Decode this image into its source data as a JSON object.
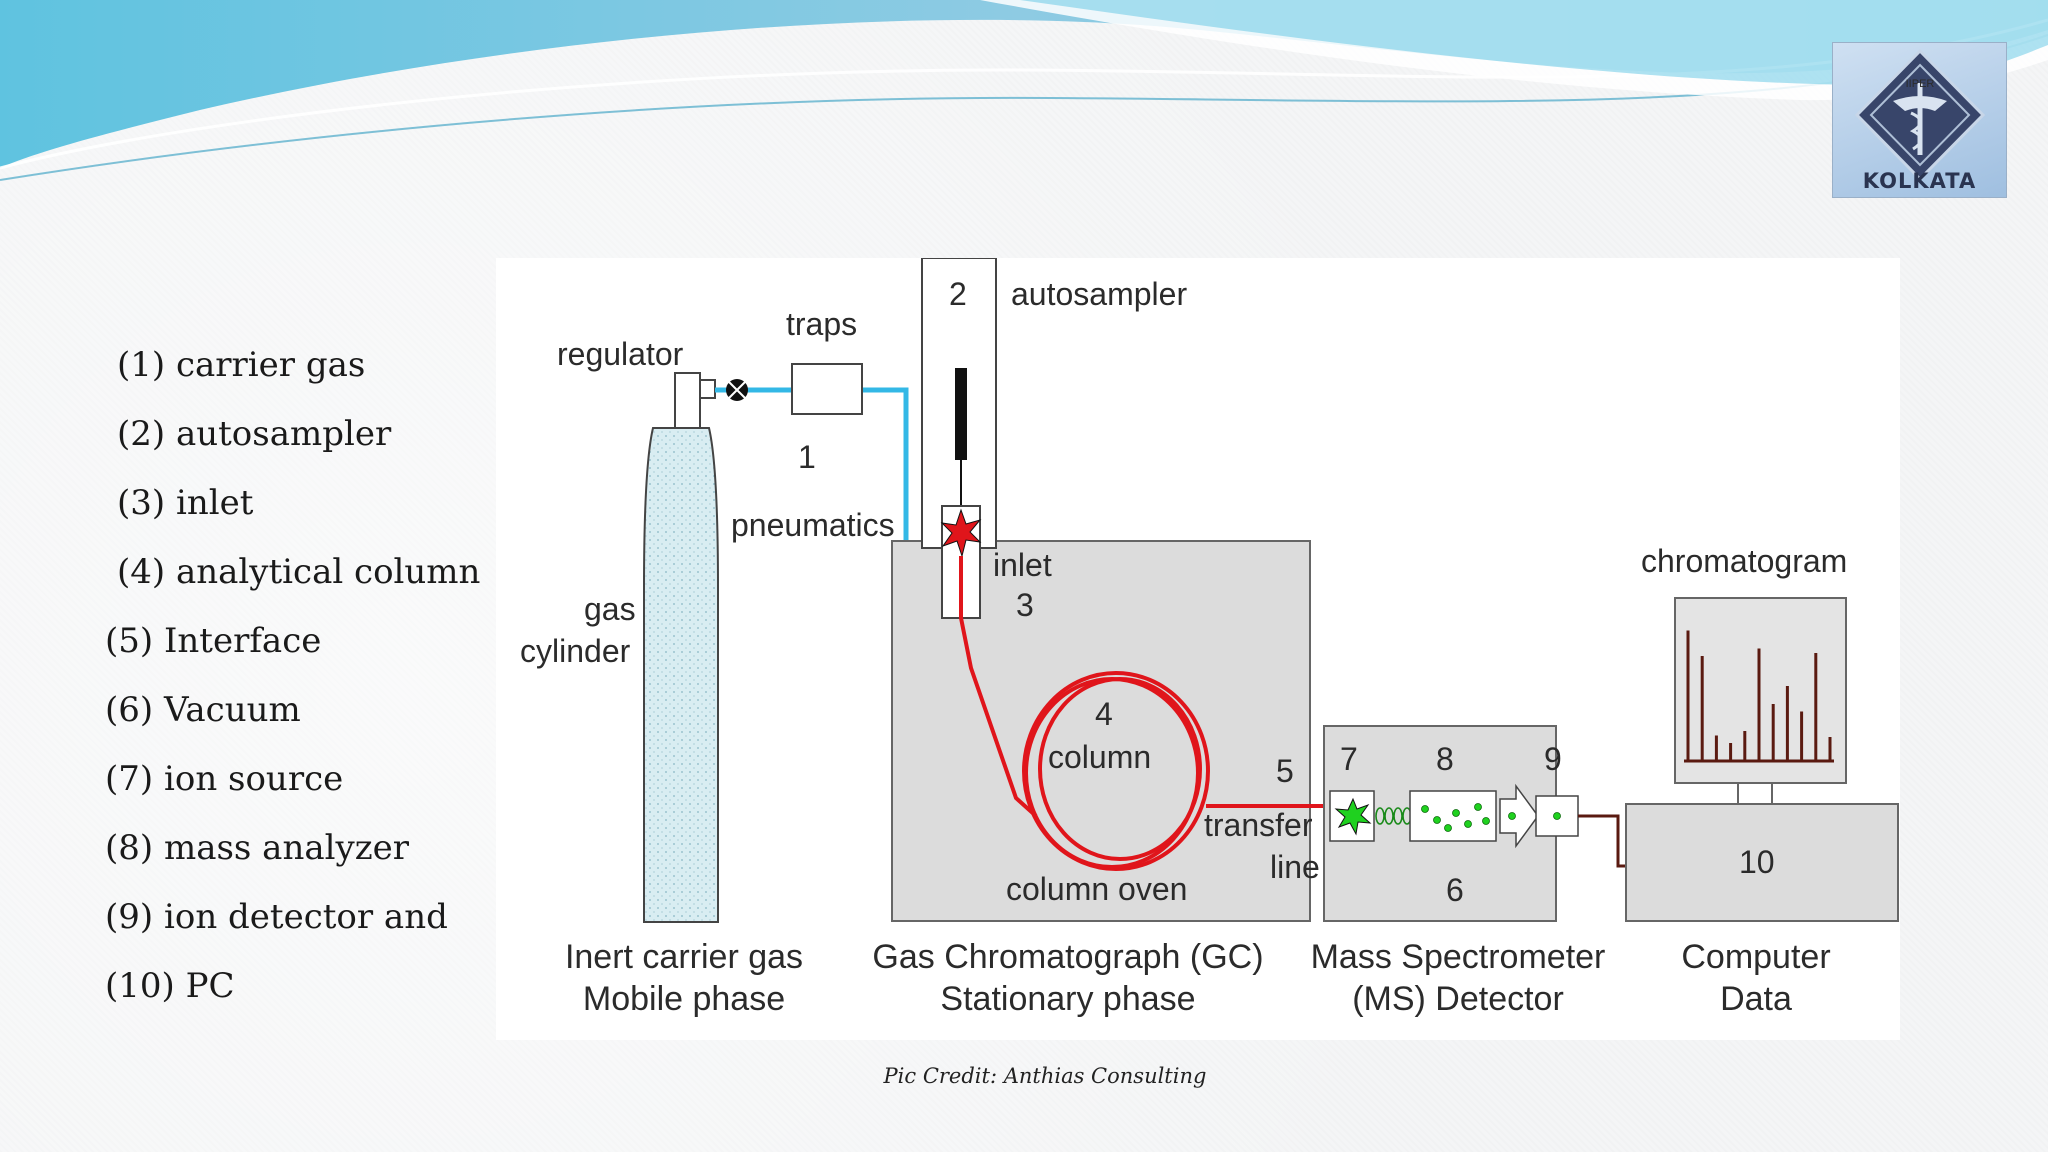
{
  "logo": {
    "caption": "KOLKATA",
    "arc_text": "IIPER"
  },
  "legend": [
    "(1) carrier gas",
    "(2) autosampler",
    "(3) inlet",
    "(4) analytical column",
    "(5) Interface",
    "(6) Vacuum",
    "(7) ion source",
    "(8) mass analyzer",
    "(9) ion detector and",
    "(10) PC"
  ],
  "diagram": {
    "labels": {
      "regulator": "regulator",
      "traps": "traps",
      "num1": "1",
      "pneumatics": "pneumatics",
      "gas": "gas",
      "cylinder": "cylinder",
      "num2": "2",
      "autosampler": "autosampler",
      "inlet": "inlet",
      "num3": "3",
      "num4": "4",
      "column": "column",
      "num5": "5",
      "transfer": "transfer",
      "line": "line",
      "column_oven": "column oven",
      "num7": "7",
      "num8": "8",
      "num9": "9",
      "num6": "6",
      "chromatogram": "chromatogram",
      "num10": "10"
    },
    "captions": {
      "inert_1": "Inert carrier gas",
      "inert_2": "Mobile phase",
      "gc_1": "Gas Chromatograph (GC)",
      "gc_2": "Stationary phase",
      "ms_1": "Mass Spectrometer",
      "ms_2": "(MS) Detector",
      "pc_1": "Computer",
      "pc_2": "Data"
    },
    "colors": {
      "gas_line": "#33b8e6",
      "column": "#e0151b",
      "box_fill": "#dcdcdc",
      "ion": "#1fd11f",
      "peaks": "#5a1a10"
    },
    "chromatogram_peaks": [
      0.87,
      0.7,
      0.17,
      0.12,
      0.2,
      0.75,
      0.38,
      0.5,
      0.33,
      0.72,
      0.16
    ]
  },
  "credit": "Pic Credit: Anthias Consulting"
}
